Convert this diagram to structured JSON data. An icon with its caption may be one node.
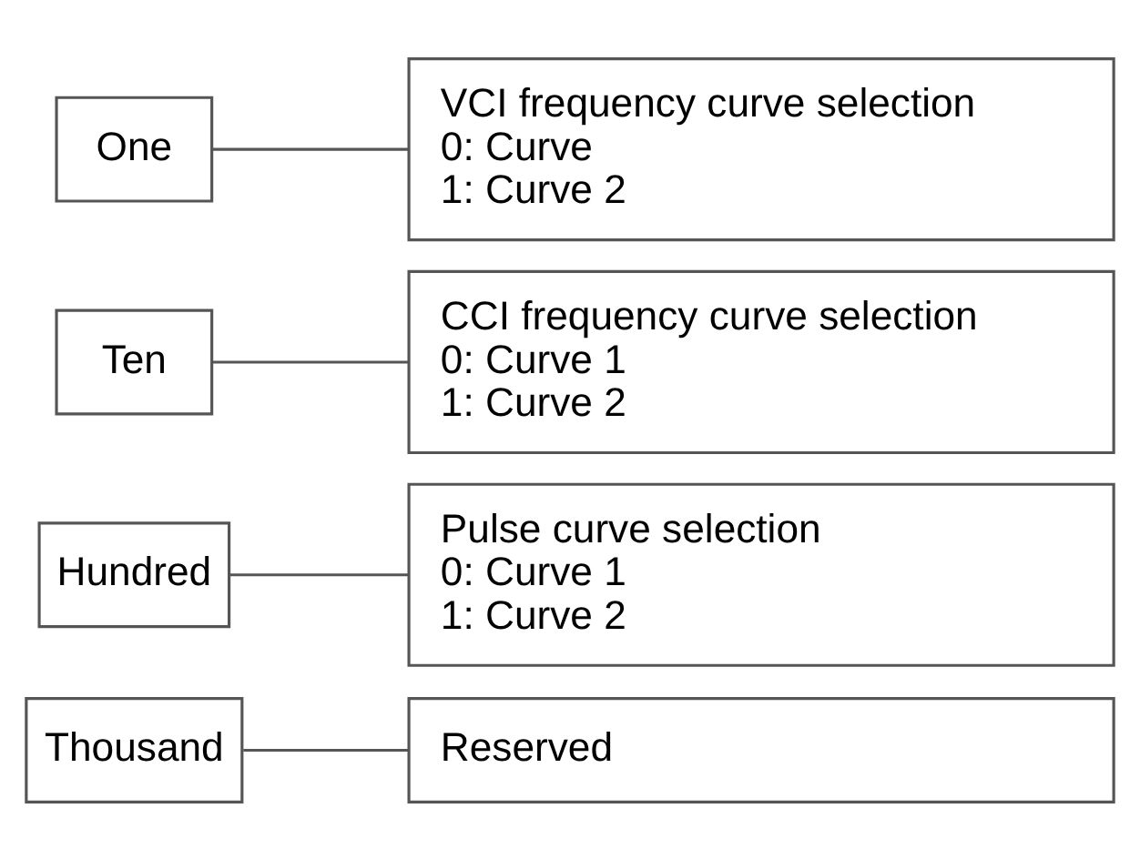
{
  "diagram": {
    "nodes": [
      {
        "text": [
          "Thousand"
        ]
      },
      {
        "text": [
          "Hundred"
        ]
      },
      {
        "text": [
          "Ten"
        ]
      },
      {
        "text": [
          "One"
        ]
      },
      {
        "text": [
          "VCI frequency curve selection",
          "0: Curve",
          "1: Curve 2"
        ]
      },
      {
        "text": [
          "CCI frequency curve selection",
          "0: Curve 1",
          "1: Curve 2"
        ]
      },
      {
        "text": [
          "Pulse curve selection",
          "0: Curve 1",
          "1: Curve 2"
        ]
      },
      {
        "text": [
          "Reserved"
        ]
      }
    ],
    "edges": [
      {
        "from": 3,
        "to": 4,
        "arrow": "none"
      },
      {
        "from": 2,
        "to": 5,
        "arrow": "none"
      },
      {
        "from": 1,
        "to": 6,
        "arrow": "none"
      },
      {
        "from": 0,
        "to": 7,
        "arrow": "none"
      }
    ]
  }
}
